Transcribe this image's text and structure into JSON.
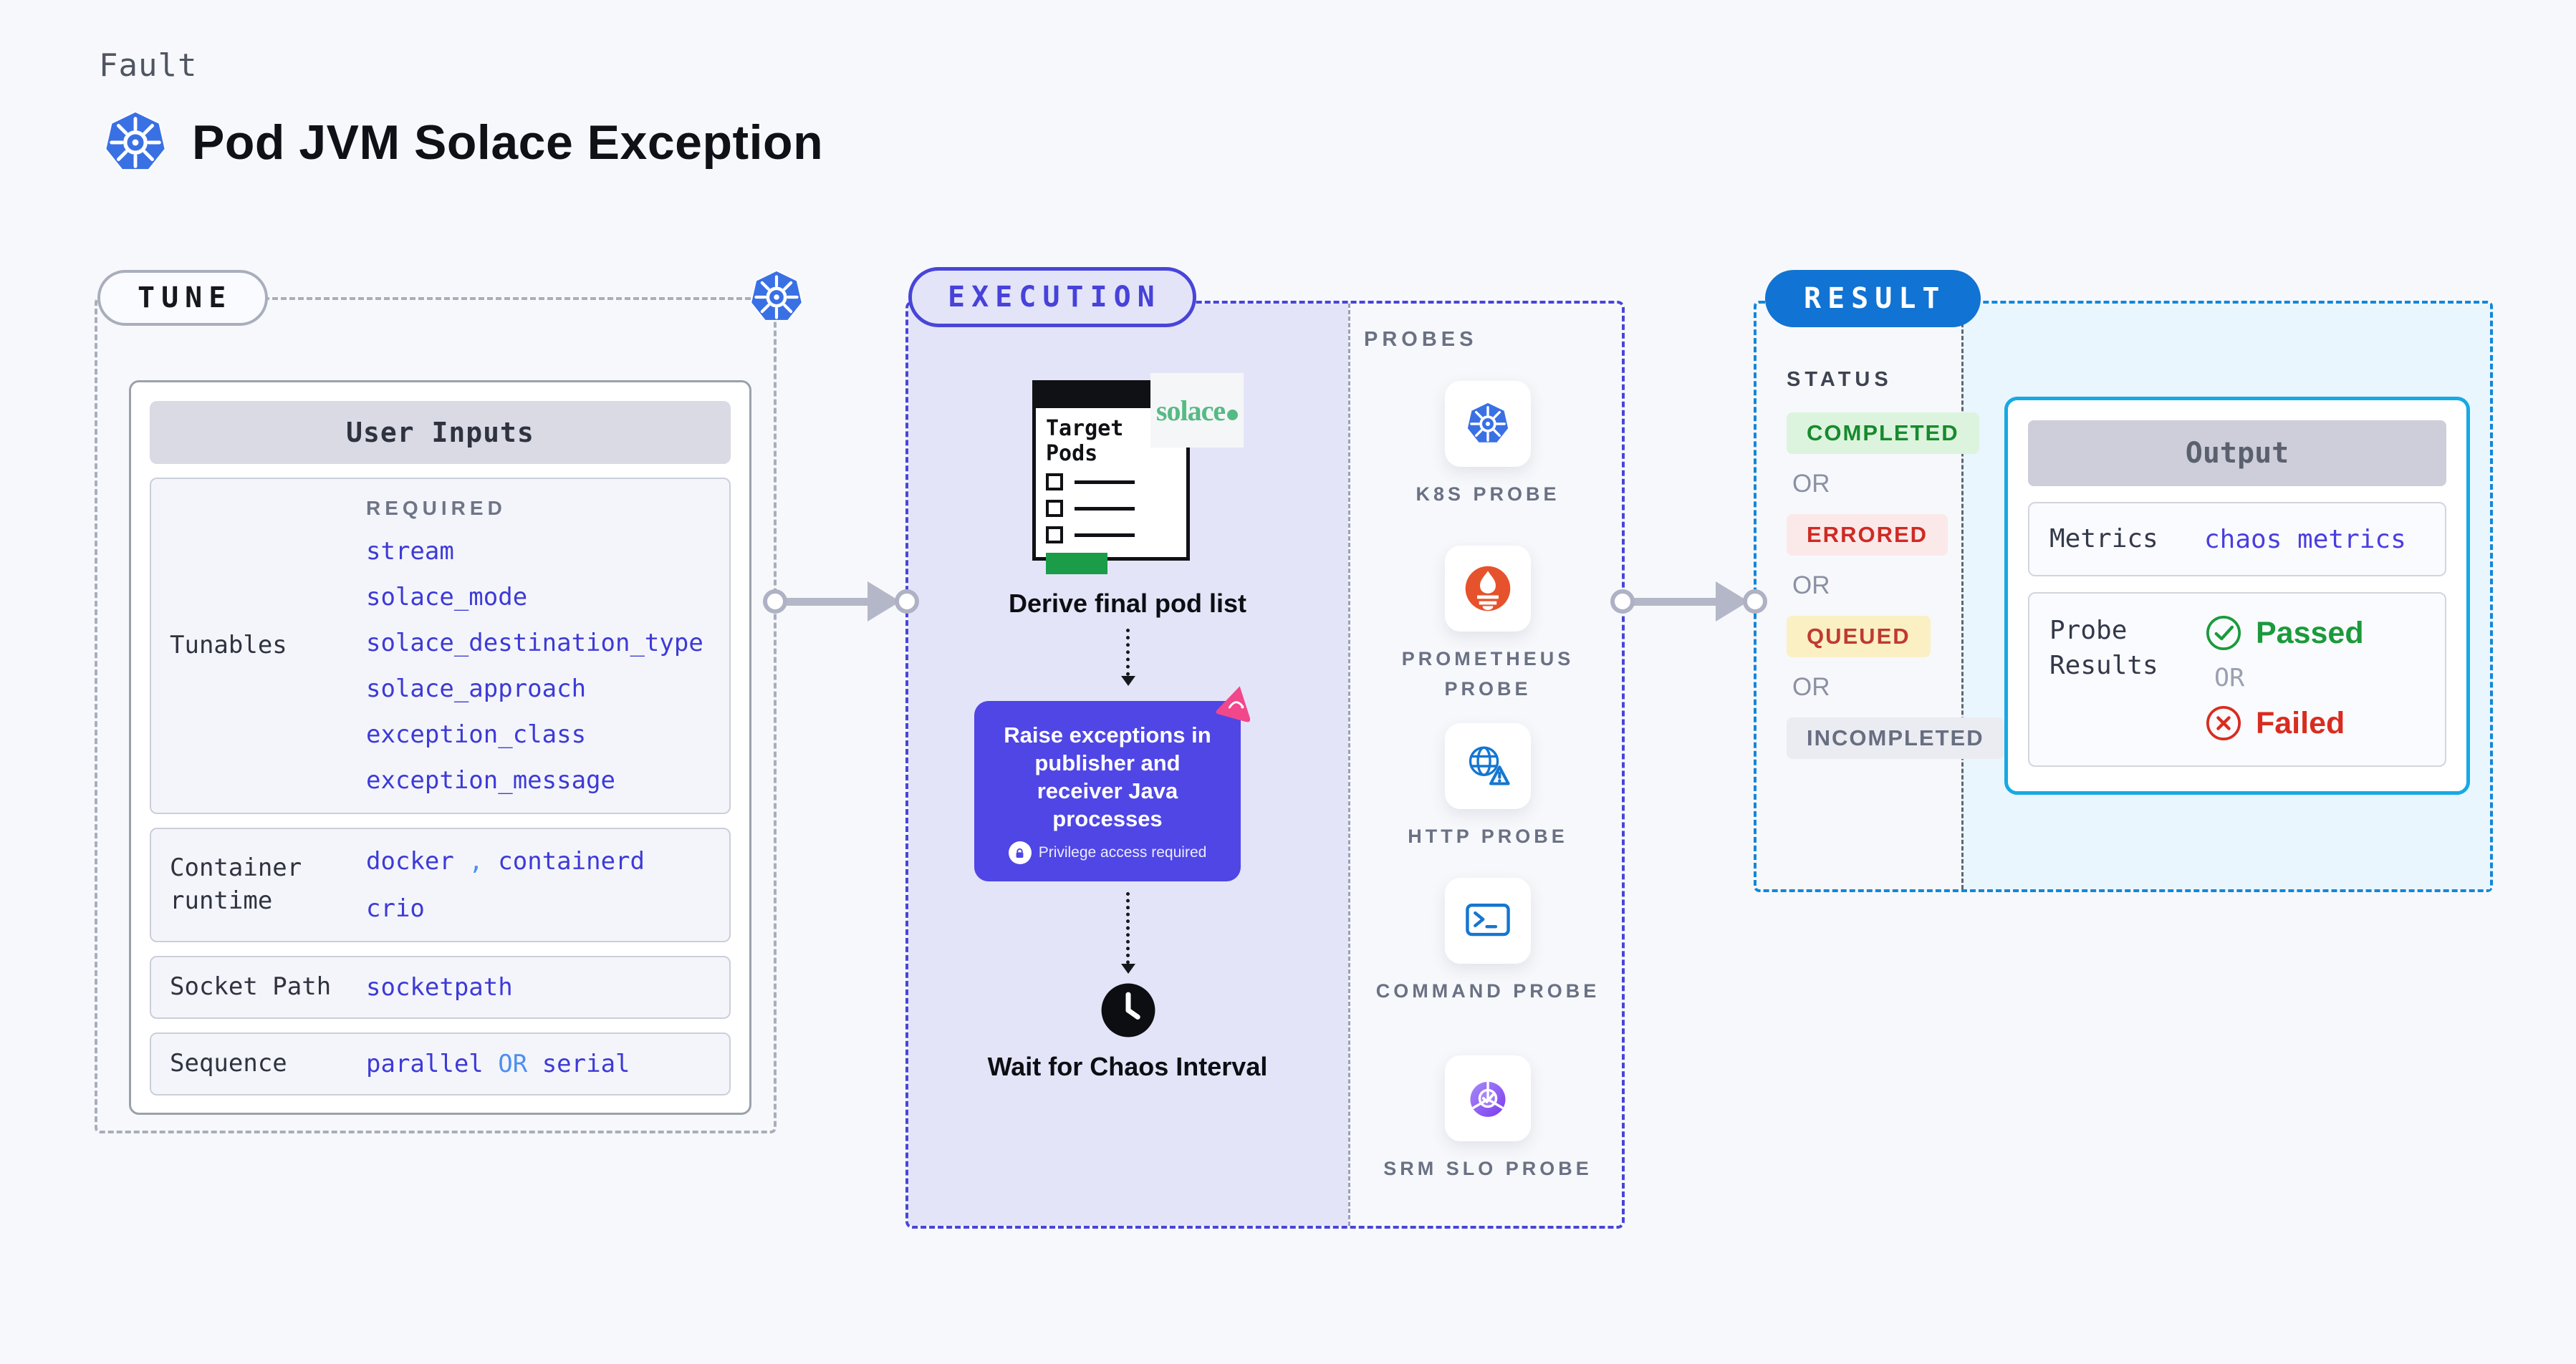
{
  "page": {
    "kicker": "Fault",
    "title": "Pod JVM Solace Exception"
  },
  "tune": {
    "label": "TUNE",
    "user_inputs": {
      "header": "User Inputs",
      "tunables": {
        "label": "Tunables",
        "required_label": "REQUIRED",
        "items": [
          "stream",
          "solace_mode",
          "solace_destination_type",
          "solace_approach",
          "exception_class",
          "exception_message"
        ]
      },
      "container_runtime": {
        "label": "Container runtime",
        "value_1": "docker",
        "separator": ",",
        "value_2": "containerd",
        "value_3": "crio"
      },
      "socket_path": {
        "label": "Socket Path",
        "value": "socketpath"
      },
      "sequence": {
        "label": "Sequence",
        "option_1": "parallel",
        "or": "OR",
        "option_2": "serial"
      }
    }
  },
  "execution": {
    "label": "EXECUTION",
    "target_pods_title": "Target Pods",
    "solace_logo": "solace",
    "step_derive": "Derive final pod list",
    "step_raise": "Raise exceptions in publisher and receiver Java processes",
    "privilege_note": "Privilege access required",
    "step_wait": "Wait for Chaos Interval"
  },
  "probes": {
    "label": "PROBES",
    "items": [
      {
        "label": "K8S PROBE",
        "icon": "kubernetes-icon"
      },
      {
        "label": "PROMETHEUS PROBE",
        "icon": "prometheus-icon"
      },
      {
        "label": "HTTP PROBE",
        "icon": "http-globe-warning-icon"
      },
      {
        "label": "COMMAND PROBE",
        "icon": "terminal-icon"
      },
      {
        "label": "SRM SLO PROBE",
        "icon": "srm-slo-gauge-icon"
      }
    ]
  },
  "result": {
    "label": "RESULT",
    "status": {
      "label": "STATUS",
      "or": "OR",
      "badges": [
        {
          "label": "COMPLETED",
          "color": "#178A2E",
          "bg": "#DCF4DD"
        },
        {
          "label": "ERRORED",
          "color": "#CE2B24",
          "bg": "#FBE9E9"
        },
        {
          "label": "QUEUED",
          "color": "#C03A30",
          "bg": "#FAF0C4"
        },
        {
          "label": "INCOMPLETED",
          "color": "#676E80",
          "bg": "#EBECF2"
        }
      ]
    },
    "output": {
      "header": "Output",
      "metrics_label": "Metrics",
      "metrics_value": "chaos metrics",
      "probe_results_label": "Probe Results",
      "passed_label": "Passed",
      "or": "OR",
      "failed_label": "Failed"
    }
  },
  "colors": {
    "page_bg": "#F7F8FB",
    "indigo_accent": "#4845D8",
    "execution_fill": "#E4E4F9",
    "raise_box_purple": "#4F46E5",
    "pink_badge": "#F2478A",
    "result_border_blue": "#1287DA",
    "result_pill_blue": "#1173D3",
    "output_border_cyan": "#16A9E4",
    "output_area_cyan": "#E9F6FD",
    "value_blue": "#3D3AD8",
    "light_blue_or": "#4D8FF0",
    "passed_green": "#1B9A3C",
    "failed_red": "#D92C20",
    "kubernetes_blue": "#3970E4",
    "prometheus_orange": "#E6522C",
    "solace_green": "#56BA84",
    "arrow_gray": "#B4B7C8"
  }
}
